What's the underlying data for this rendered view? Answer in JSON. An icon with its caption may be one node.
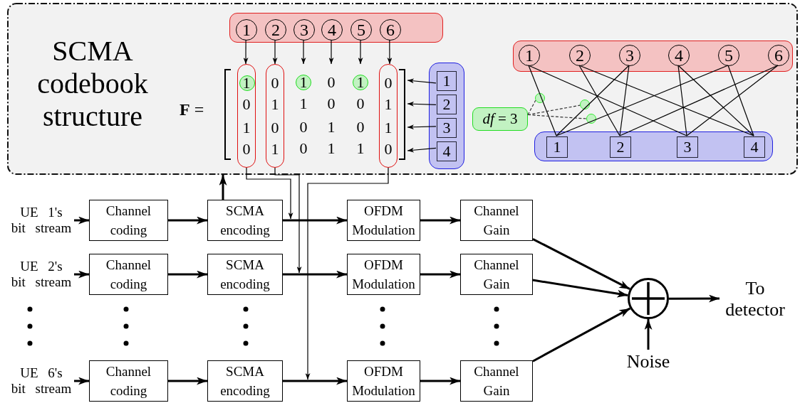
{
  "diagram": {
    "nodes": [
      {
        "text": [
          "SCMA codebook structure"
        ]
      },
      {
        "text": [],
        "shape": "box",
        "in": 0
      },
      {
        "text": [
          "1"
        ],
        "in": 1
      },
      {
        "text": [
          "2"
        ],
        "in": 1
      },
      {
        "text": [
          "3"
        ],
        "in": 1
      },
      {
        "text": [
          "4"
        ],
        "in": 1
      },
      {
        "text": [
          "5"
        ],
        "in": 1
      },
      {
        "text": [
          "6"
        ],
        "in": 1
      },
      {
        "text": [],
        "shape": "box",
        "in": 0,
        "beside": [
          "**F** ="
        ]
      },
      {
        "text": [
          "1",
          "0",
          "1",
          "0"
        ],
        "in": 8
      },
      {
        "text": [
          "0",
          "1",
          "0",
          "1"
        ],
        "in": 8
      },
      {
        "text": [
          "1",
          "1",
          "0",
          "0"
        ],
        "in": 8
      },
      {
        "text": [
          "0",
          "0",
          "1",
          "1"
        ],
        "in": 8
      },
      {
        "text": [
          "1",
          "0",
          "0",
          "1"
        ],
        "in": 8
      },
      {
        "text": [
          "0",
          "1",
          "1",
          "0"
        ],
        "in": 8
      },
      {
        "text": [],
        "shape": "box",
        "in": 0
      },
      {
        "text": [
          "1"
        ],
        "in": 15
      },
      {
        "text": [
          "2"
        ],
        "in": 15
      },
      {
        "text": [
          "3"
        ],
        "in": 15
      },
      {
        "text": [
          "4"
        ],
        "in": 15
      },
      {
        "text": [],
        "shape": "box",
        "in": 0
      },
      {
        "text": [
          "1"
        ],
        "in": 20
      },
      {
        "text": [
          "2"
        ],
        "in": 20
      },
      {
        "text": [
          "3"
        ],
        "in": 20
      },
      {
        "text": [
          "4"
        ],
        "in": 20
      },
      {
        "text": [
          "5"
        ],
        "in": 20
      },
      {
        "text": [
          "6"
        ],
        "in": 20
      },
      {
        "text": [],
        "shape": "box",
        "in": 0
      },
      {
        "text": [
          "1"
        ],
        "in": 27
      },
      {
        "text": [
          "2"
        ],
        "in": 27
      },
      {
        "text": [
          "3"
        ],
        "in": 27
      },
      {
        "text": [
          "4"
        ],
        "in": 27
      },
      {
        "text": [
          "*df* = 3"
        ],
        "in": 0
      },
      {
        "text": [],
        "shape": "circle",
        "in": 0
      },
      {
        "text": [],
        "shape": "circle",
        "in": 0
      },
      {
        "text": [],
        "shape": "circle",
        "in": 0
      },
      {
        "text": [
          "UE 1's bit stream"
        ]
      },
      {
        "text": [
          "UE 2's bit stream"
        ]
      },
      {
        "text": [
          "UE 6's bit stream"
        ]
      },
      {
        "text": [
          "Channel coding"
        ]
      },
      {
        "text": [
          "Channel coding"
        ]
      },
      {
        "text": [
          "Channel coding"
        ]
      },
      {
        "text": [
          "SCMA encoding"
        ]
      },
      {
        "text": [
          "SCMA encoding"
        ]
      },
      {
        "text": [
          "SCMA encoding"
        ]
      },
      {
        "text": [
          "OFDM Modulation"
        ]
      },
      {
        "text": [
          "OFDM Modulation"
        ]
      },
      {
        "text": [
          "OFDM Modulation"
        ]
      },
      {
        "text": [
          "Channel Gain"
        ]
      },
      {
        "text": [
          "Channel Gain"
        ]
      },
      {
        "text": [
          "Channel Gain"
        ]
      },
      {
        "text": [],
        "shape": "circle"
      },
      {
        "text": [
          "Noise"
        ]
      },
      {
        "text": [
          "To detector"
        ]
      }
    ],
    "edges": [
      {
        "from": 2,
        "to": 9,
        "arrow": "to"
      },
      {
        "from": 3,
        "to": 10,
        "arrow": "to"
      },
      {
        "from": 4,
        "to": 11,
        "arrow": "to"
      },
      {
        "from": 5,
        "to": 12,
        "arrow": "to"
      },
      {
        "from": 6,
        "to": 13,
        "arrow": "to"
      },
      {
        "from": 7,
        "to": 14,
        "arrow": "to"
      },
      {
        "from": 16,
        "to": 8,
        "arrow": "to"
      },
      {
        "from": 17,
        "to": 8,
        "arrow": "to"
      },
      {
        "from": 18,
        "to": 8,
        "arrow": "to"
      },
      {
        "from": 19,
        "to": 8,
        "arrow": "to"
      },
      {
        "from": 21,
        "to": 28,
        "arrow": "none"
      },
      {
        "from": 21,
        "to": 30,
        "arrow": "none"
      },
      {
        "from": 22,
        "to": 29,
        "arrow": "none"
      },
      {
        "from": 22,
        "to": 31,
        "arrow": "none"
      },
      {
        "from": 23,
        "to": 28,
        "arrow": "none"
      },
      {
        "from": 23,
        "to": 29,
        "arrow": "none"
      },
      {
        "from": 24,
        "to": 30,
        "arrow": "none"
      },
      {
        "from": 24,
        "to": 31,
        "arrow": "none"
      },
      {
        "from": 25,
        "to": 28,
        "arrow": "none"
      },
      {
        "from": 25,
        "to": 31,
        "arrow": "none"
      },
      {
        "from": 26,
        "to": 29,
        "arrow": "none"
      },
      {
        "from": 26,
        "to": 30,
        "arrow": "none"
      },
      {
        "from": 32,
        "to": 33,
        "arrow": "none",
        "style": "dashed"
      },
      {
        "from": 32,
        "to": 34,
        "arrow": "none",
        "style": "dashed"
      },
      {
        "from": 32,
        "to": 35,
        "arrow": "none",
        "style": "dashed"
      },
      {
        "from": 9,
        "to": 42,
        "arrow": "to"
      },
      {
        "from": 10,
        "to": 43,
        "arrow": "to"
      },
      {
        "from": 14,
        "to": 44,
        "arrow": "to"
      },
      {
        "from": 42,
        "to": 0,
        "arrow": "to",
        "style": "thick"
      },
      {
        "from": 36,
        "to": 39,
        "arrow": "to",
        "style": "thick"
      },
      {
        "from": 37,
        "to": 40,
        "arrow": "to",
        "style": "thick"
      },
      {
        "from": 38,
        "to": 41,
        "arrow": "to",
        "style": "thick"
      },
      {
        "from": 39,
        "to": 42,
        "arrow": "to",
        "style": "thick"
      },
      {
        "from": 40,
        "to": 43,
        "arrow": "to",
        "style": "thick"
      },
      {
        "from": 41,
        "to": 44,
        "arrow": "to",
        "style": "thick"
      },
      {
        "from": 42,
        "to": 45,
        "arrow": "to",
        "style": "thick"
      },
      {
        "from": 43,
        "to": 46,
        "arrow": "to",
        "style": "thick"
      },
      {
        "from": 44,
        "to": 47,
        "arrow": "to",
        "style": "thick"
      },
      {
        "from": 45,
        "to": 48,
        "arrow": "to",
        "style": "thick"
      },
      {
        "from": 46,
        "to": 49,
        "arrow": "to",
        "style": "thick"
      },
      {
        "from": 47,
        "to": 50,
        "arrow": "to",
        "style": "thick"
      },
      {
        "from": 48,
        "to": 51,
        "arrow": "to",
        "style": "thick"
      },
      {
        "from": 49,
        "to": 51,
        "arrow": "to",
        "style": "thick"
      },
      {
        "from": 50,
        "to": 51,
        "arrow": "to",
        "style": "thick"
      },
      {
        "from": 52,
        "to": 51,
        "arrow": "to",
        "style": "thick"
      },
      {
        "from": 51,
        "to": 53,
        "arrow": "to",
        "style": "thick"
      }
    ]
  }
}
